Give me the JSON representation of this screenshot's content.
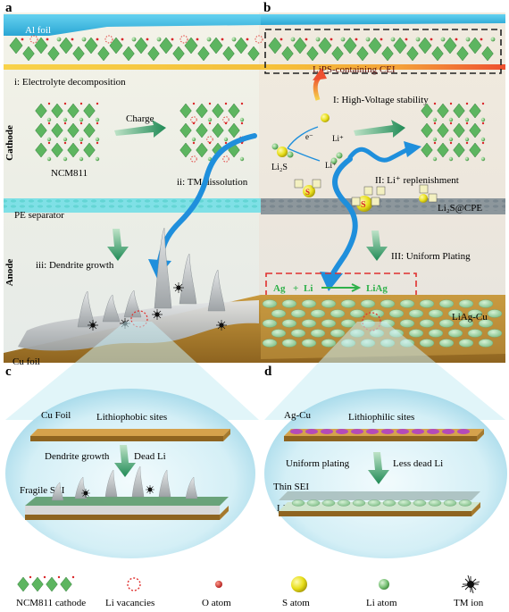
{
  "panels": {
    "a": "a",
    "b": "b",
    "c": "c",
    "d": "d"
  },
  "top": {
    "al_foil": "Al foil",
    "lips_cei": "LiPS-containing CEI",
    "cathode": "Cathode",
    "anode": "Anode",
    "electrolyte": "i: Electrolyte decomposition",
    "charge": "Charge",
    "ncm811": "NCM811",
    "tm_dissolution": "ii: TM dissolution",
    "pe_separator": "PE separator",
    "dendrite_growth_iii": "iii: Dendrite growth",
    "cu_foil": "Cu foil",
    "high_voltage": "I: High-Voltage stability",
    "li_replenishment": "II: Li⁺ replenishment",
    "uniform_plating_iii": "III: Uniform Plating",
    "li2s": "Li₂S",
    "li2s_cpe": "Li₂S@CPE",
    "li_plus": "Li⁺",
    "e_minus": "e⁻",
    "s": "S",
    "reaction": {
      "ag": "Ag",
      "plus": "+",
      "li": "Li",
      "liag": "LiAg"
    },
    "liag_cu": "LiAg-Cu"
  },
  "panel_c": {
    "cu_foil": "Cu Foil",
    "lithiophobic": "Lithiophobic sites",
    "dendrite_growth": "Dendrite growth",
    "dead_li": "Dead Li",
    "fragile_sei": "Fragile SEI"
  },
  "panel_d": {
    "ag_cu": "Ag-Cu",
    "lithiophilic": "Lithiophilic sites",
    "uniform_plating": "Uniform plating",
    "less_dead_li": "Less dead Li",
    "thin_sei": "Thin SEI",
    "liag": "LiAg"
  },
  "legend": {
    "ncm811_cathode": "NCM811 cathode",
    "li_vacancies": "Li  vacancies",
    "o_atom": "O atom",
    "s_atom": "S atom",
    "li_atom": "Li atom",
    "tm_ion": "TM ion"
  },
  "colors": {
    "al_foil": "#4dc4e6",
    "separator": "#7fe0e6",
    "cu_foil": "#b98a2e",
    "li_metal": "#c9ccce",
    "li_atom": "#7dc47a",
    "s_atom": "#e8df1a",
    "o_atom": "#d9262a",
    "octahedron": "#5db560",
    "reaction_green": "#2fb14a",
    "dashed_red": "#e0302e",
    "arrow_blue": "#1f8fdc",
    "lithiophilic": "#b44bb9"
  }
}
